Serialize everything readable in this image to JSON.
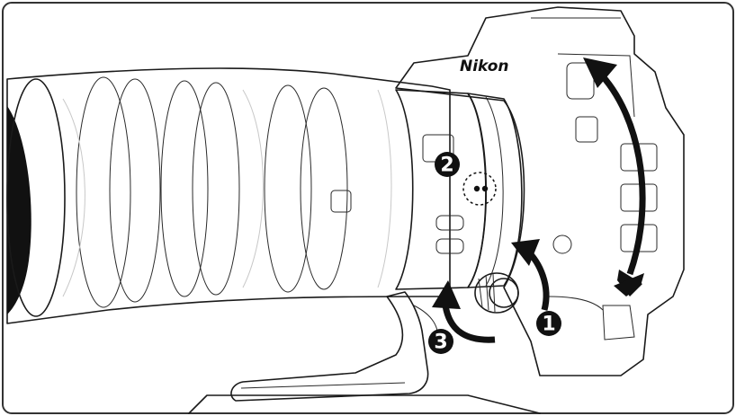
{
  "brand": "Nikon",
  "steps": [
    "❶",
    "❷",
    "❸"
  ],
  "colors": {
    "ink": "#111111",
    "paper": "#ffffff",
    "frame": "#333333"
  }
}
